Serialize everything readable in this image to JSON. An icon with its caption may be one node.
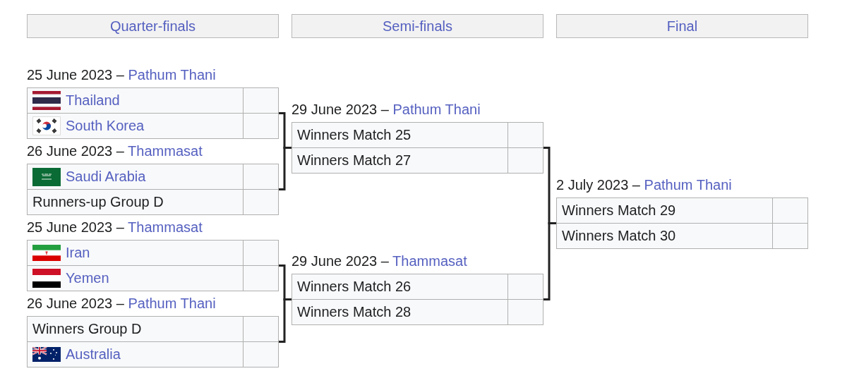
{
  "diagram": {
    "nodes": [
      {
        "text": [
          "Quarter-finals"
        ]
      },
      {
        "text": [
          "Semi-finals"
        ]
      },
      {
        "text": [
          "Final"
        ]
      },
      {
        "text": [
          "25 June 2023 –",
          "Pathum Thani"
        ]
      },
      {
        "text": [
          "Thailand"
        ],
        "in": 3
      },
      {
        "text": [
          "South Korea"
        ],
        "in": 3
      },
      {
        "text": [
          "26 June 2023 –",
          "Thammasat"
        ]
      },
      {
        "text": [
          "Saudi Arabia"
        ],
        "in": 6
      },
      {
        "text": [
          "Runners-up Group D"
        ],
        "in": 6
      },
      {
        "text": [
          "25 June 2023 –",
          "Thammasat"
        ]
      },
      {
        "text": [
          "Iran"
        ],
        "in": 9
      },
      {
        "text": [
          "Yemen"
        ],
        "in": 9
      },
      {
        "text": [
          "26 June 2023 –",
          "Pathum Thani"
        ]
      },
      {
        "text": [
          "Winners Group D"
        ],
        "in": 12
      },
      {
        "text": [
          "Australia"
        ],
        "in": 12
      },
      {
        "text": [
          "29 June 2023 –",
          "Pathum Thani"
        ]
      },
      {
        "text": [
          "Winners Match 25"
        ],
        "in": 15
      },
      {
        "text": [
          "Winners Match 27"
        ],
        "in": 15
      },
      {
        "text": [
          "29 June 2023 –",
          "Thammasat"
        ]
      },
      {
        "text": [
          "Winners Match 26"
        ],
        "in": 18
      },
      {
        "text": [
          "Winners Match 28"
        ],
        "in": 18
      },
      {
        "text": [
          "2 July 2023 –",
          "Pathum Thani"
        ]
      },
      {
        "text": [
          "Winners Match 29"
        ],
        "in": 21
      },
      {
        "text": [
          "Winners Match 30"
        ],
        "in": 21
      }
    ],
    "edges": [
      {
        "from": 3,
        "to": 15,
        "arrow": "none"
      },
      {
        "from": 6,
        "to": 15,
        "arrow": "none"
      },
      {
        "from": 9,
        "to": 18,
        "arrow": "none"
      },
      {
        "from": 12,
        "to": 18,
        "arrow": "none"
      },
      {
        "from": 15,
        "to": 21,
        "arrow": "none"
      },
      {
        "from": 18,
        "to": 21,
        "arrow": "none"
      }
    ]
  }
}
